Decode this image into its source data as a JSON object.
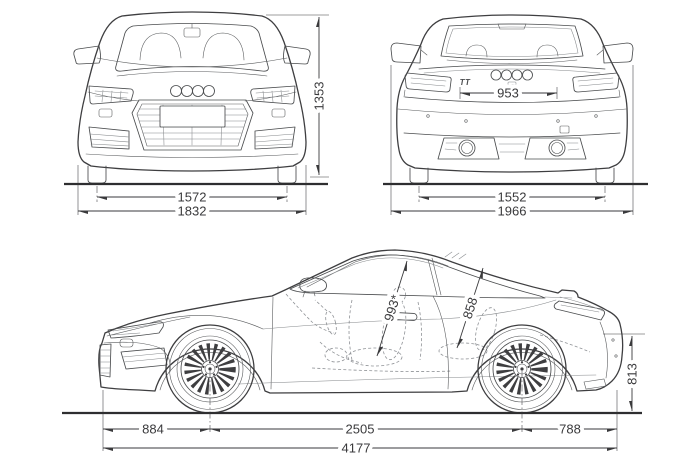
{
  "drawing": "car-dimensions-blueprint",
  "colors": {
    "line": "#3e3e40",
    "light_line": "#85888b",
    "dashed_line": "#8f9296",
    "dimension_text": "#3a3a3c",
    "background": "#ffffff"
  },
  "front_view": {
    "height": "1353",
    "track": "1572",
    "overall_width": "1832"
  },
  "rear_view": {
    "badge": "TT",
    "trunk_width": "953",
    "track": "1552",
    "width_incl_mirrors": "1966"
  },
  "side_view": {
    "front_headroom": "993*",
    "rear_headroom": "858",
    "rear_deck_height": "813",
    "front_overhang": "884",
    "wheelbase": "2505",
    "rear_overhang": "788",
    "overall_length": "4177"
  }
}
